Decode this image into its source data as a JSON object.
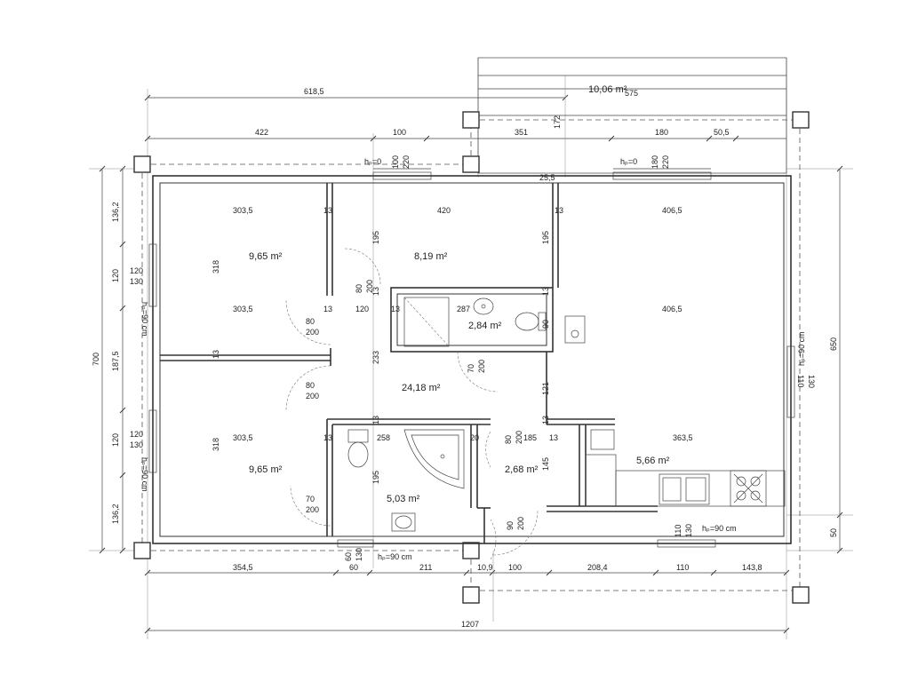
{
  "rooms": {
    "bedroom_top": "9,65 m²",
    "bedroom_bottom": "9,65 m²",
    "room_mid_top": "8,19 m²",
    "bathroom_small": "2,84 m²",
    "hall": "24,18 m²",
    "bathroom_large": "5,03 m²",
    "vestibule": "2,68 m²",
    "kitchen": "5,66 m²",
    "terrace": "10,06 m²"
  },
  "windows": {
    "left_top": "hₚ=90 cm",
    "left_bottom": "hₚ=90 cm",
    "right": "hₚ=90 cm",
    "bottom_right": "hₚ=90 cm",
    "bottom_mid": "hₚ=90 cm",
    "top_left": "hₚ=0",
    "top_right": "hₚ=0"
  },
  "dims": {
    "total_top": "618,5",
    "terrace_w": "575",
    "seg_422": "422",
    "seg_100": "100",
    "seg_351": "351",
    "seg_180": "180",
    "seg_50_5": "50,5",
    "v_172": "172",
    "w_100": "100",
    "w_220": "220",
    "w_180": "180",
    "w_220b": "220",
    "v_25_5": "25,5",
    "r_303_5a": "303,5",
    "r_420": "420",
    "r_406_5a": "406,5",
    "r_303_5b": "303,5",
    "r_120": "120",
    "r_287": "287",
    "r_406_5b": "406,5",
    "r_303_5c": "303,5",
    "r_258": "258",
    "r_20": "20",
    "r_185": "185",
    "r_363_5": "363,5",
    "v_195a": "195",
    "v_195b": "195",
    "v_318a": "318",
    "v_318b": "318",
    "v_233": "233",
    "v_121": "121",
    "v_145": "145",
    "v_195c": "195",
    "v_90": "90",
    "v_13": "13",
    "d_80": "80",
    "d_200": "200",
    "d_70": "70",
    "d_120": "120",
    "d_130": "130",
    "d_110": "110",
    "d_60": "60",
    "d_90": "90",
    "left_700": "700",
    "left_136_2a": "136,2",
    "left_120a": "120",
    "left_187_5": "187,5",
    "left_120b": "120",
    "left_136_2b": "136,2",
    "right_650": "650",
    "right_50": "50",
    "b_354_5": "354,5",
    "b_60": "60",
    "b_211": "211",
    "b_10_9": "10,9",
    "b_100": "100",
    "b_208_4": "208,4",
    "b_110": "110",
    "b_143_8": "143,8",
    "b_total": "1207"
  }
}
